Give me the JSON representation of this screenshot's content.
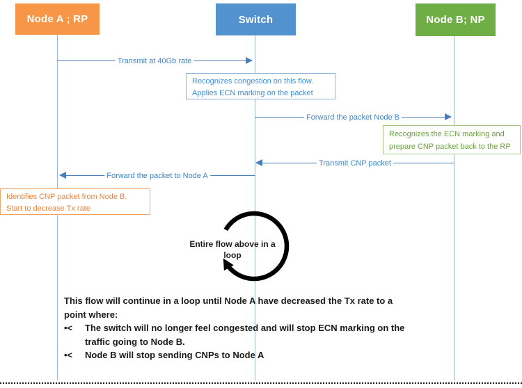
{
  "colors": {
    "actor_node_a": "#f79646",
    "actor_switch": "#5292ce",
    "actor_node_b": "#6fae44",
    "arrow_blue": "#4a7ebb",
    "label_blue": "#3e86c6",
    "note_green_text": "#68a33d",
    "note_orange_text": "#ef8335",
    "lifeline_blue": "#9ab7da"
  },
  "actors": [
    {
      "label": "Node A ; RP"
    },
    {
      "label": "Switch"
    },
    {
      "label": "Node B; NP"
    }
  ],
  "messages": [
    {
      "label": "Transmit at 40Gb rate",
      "direction": "right"
    },
    {
      "label": "Forward the packet Node B",
      "direction": "right"
    },
    {
      "label": "Transmit CNP packet",
      "direction": "left"
    },
    {
      "label": "Forward the packet to Node A",
      "direction": "left"
    }
  ],
  "notes": [
    {
      "lines": [
        "Recognizes congestion on this flow.",
        "Applies ECN marking on the packet"
      ]
    },
    {
      "lines": [
        "Recognizes the ECN marking and",
        "prepare CNP packet back to the RP"
      ]
    },
    {
      "lines": [
        "Identifies CNP packet from Node B.",
        "Start to decrease Tx rate"
      ]
    }
  ],
  "loop": {
    "label": "Entire flow above in a loop"
  },
  "summary": {
    "intro": [
      "This flow will continue in a loop until Node A have decreased the Tx rate to a",
      "point where:"
    ],
    "bullet_glyph": "•<",
    "bullets": [
      {
        "lines": [
          "The switch will no longer feel congested and will stop ECN marking on the",
          "traffic going to Node B."
        ]
      },
      {
        "lines": [
          "Node B will stop sending CNPs to Node A"
        ]
      }
    ]
  }
}
